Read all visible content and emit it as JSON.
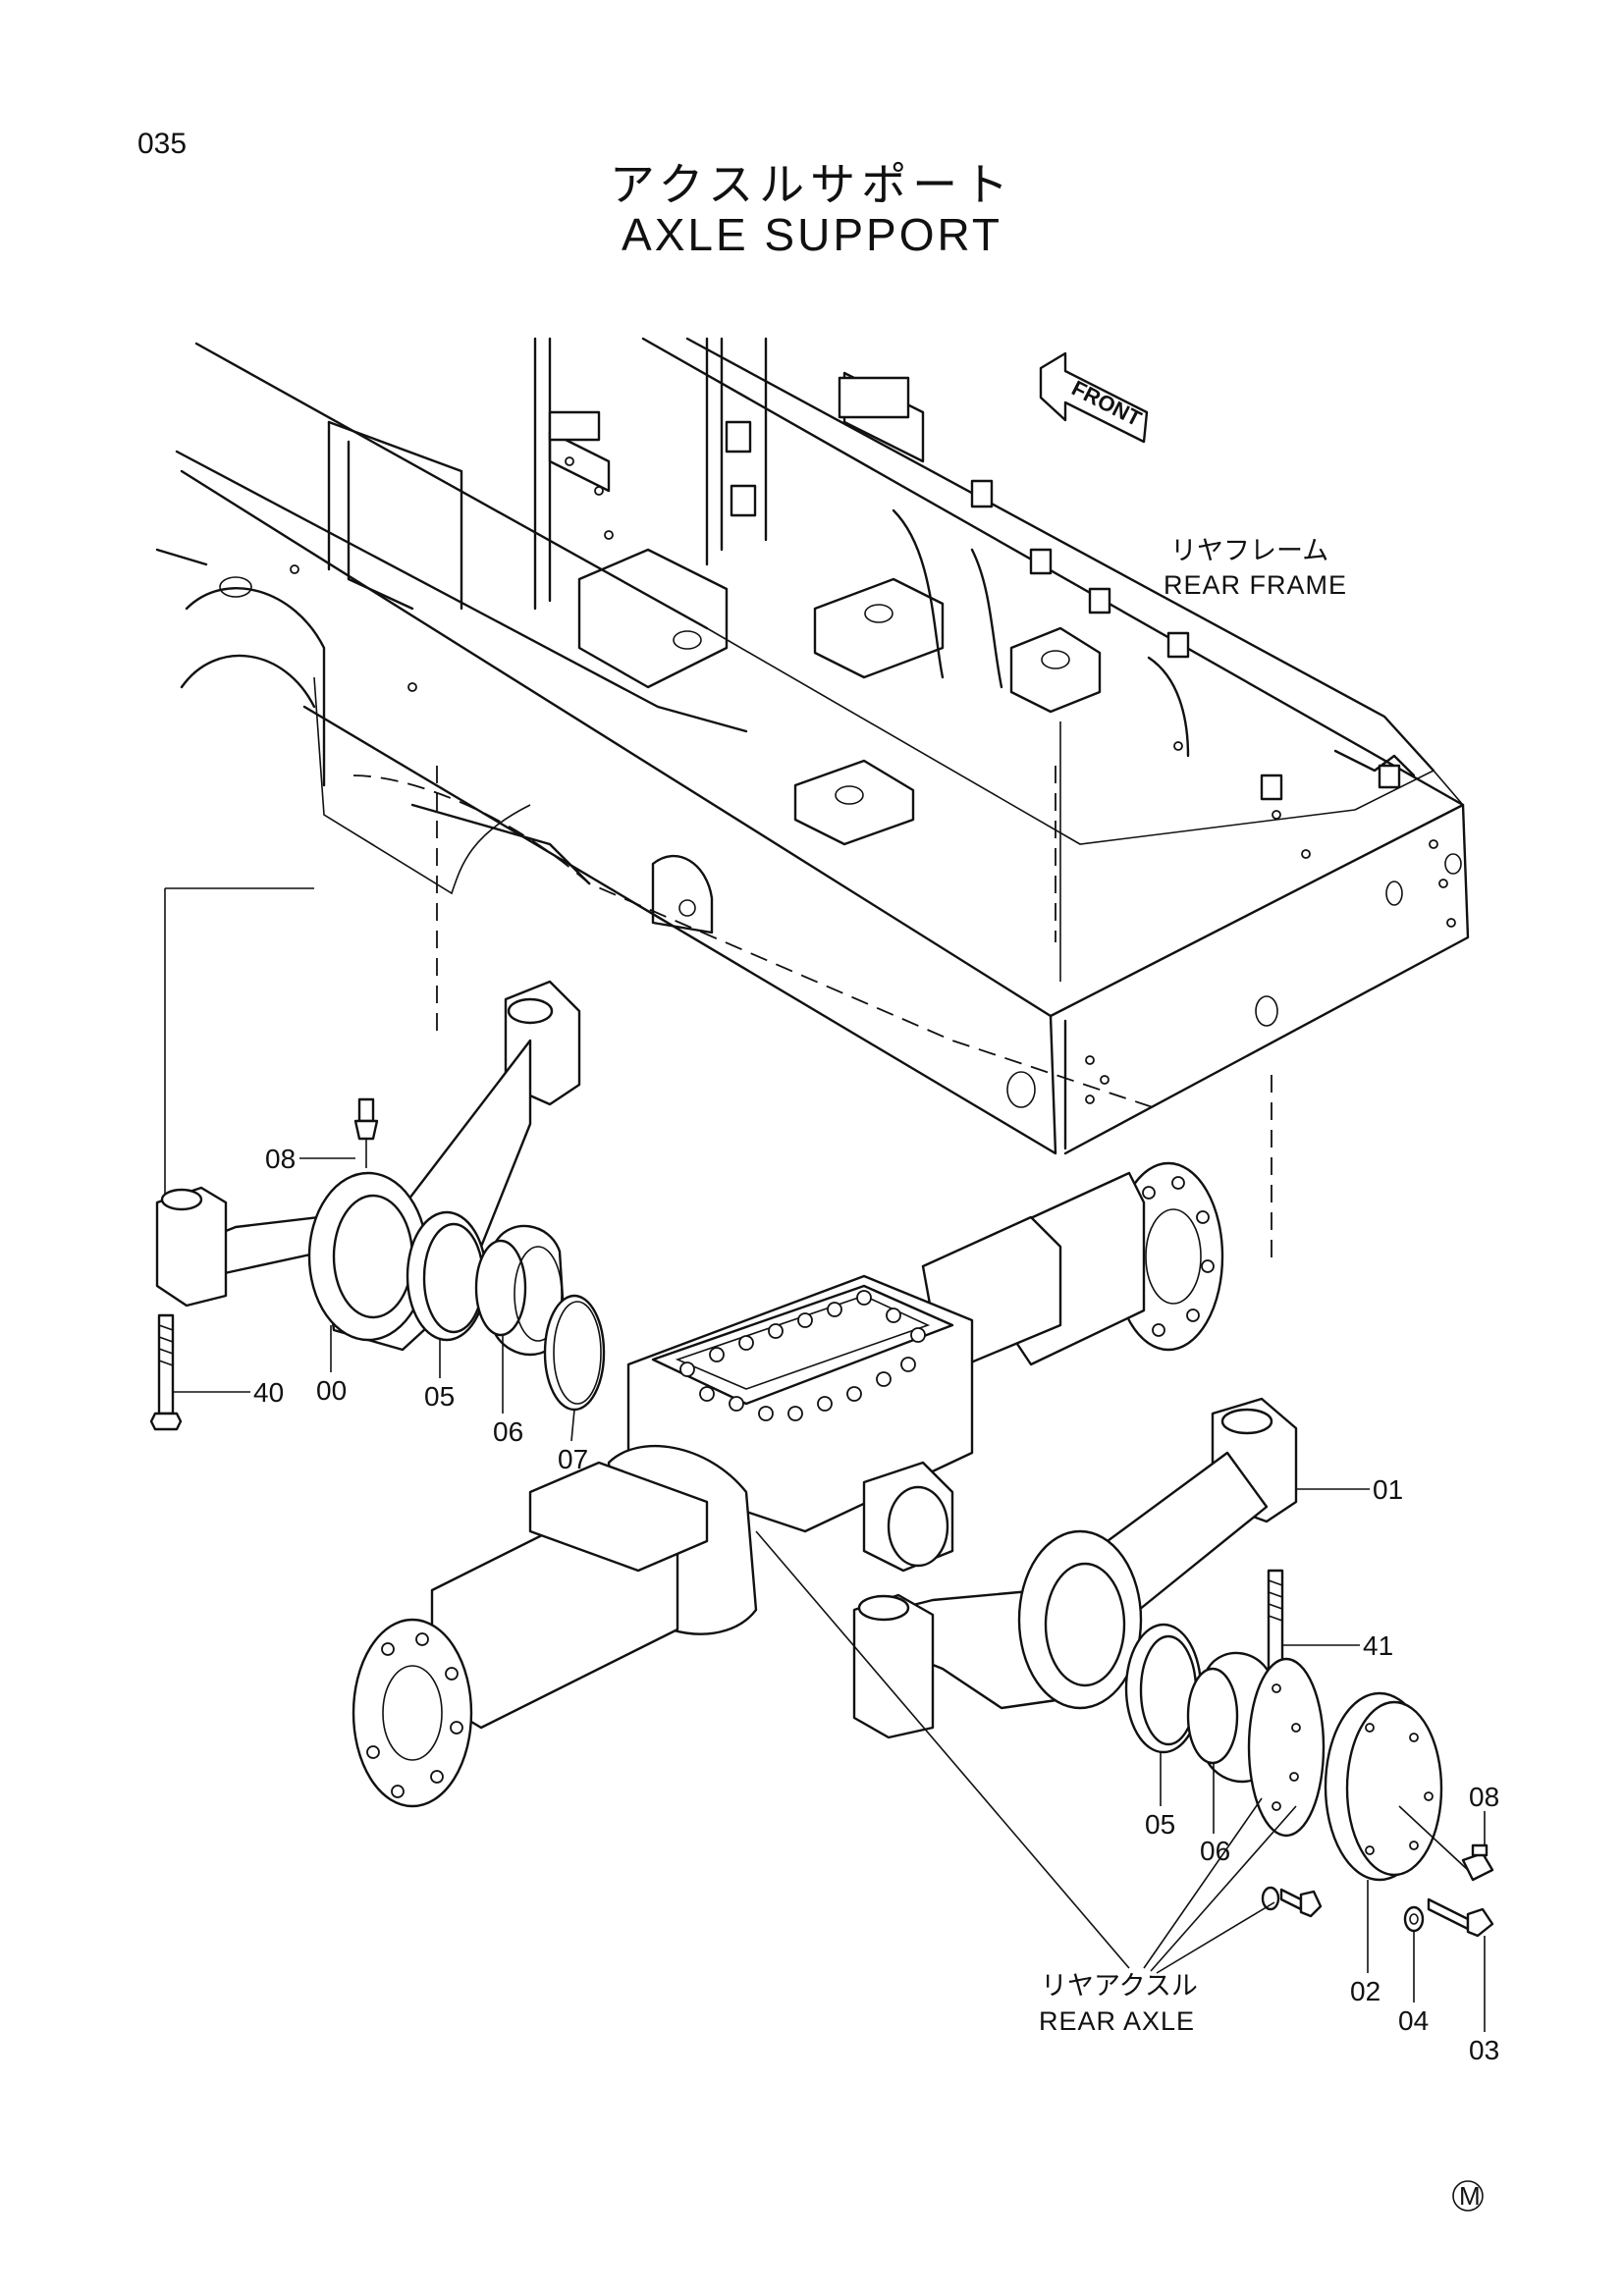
{
  "page": {
    "number": "035",
    "title_jp": "アクスルサポート",
    "title_en": "AXLE SUPPORT"
  },
  "labels": {
    "front": "FRONT",
    "rear_frame_jp": "リヤフレーム",
    "rear_frame_en": "REAR FRAME",
    "rear_axle_jp": "リヤアクスル",
    "rear_axle_en": "REAR AXLE"
  },
  "callouts": {
    "c08_top": "08",
    "c40": "40",
    "c00": "00",
    "c05_left": "05",
    "c06_left": "06",
    "c07": "07",
    "c01": "01",
    "c41": "41",
    "c05_right": "05",
    "c06_right": "06",
    "c08_right": "08",
    "c02": "02",
    "c04": "04",
    "c03": "03"
  },
  "footer": {
    "mark": "M"
  }
}
